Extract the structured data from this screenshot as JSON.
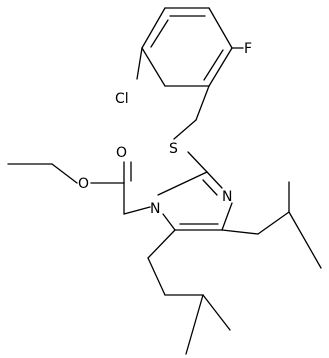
{
  "atom_labels": {
    "chlorine": "Cl",
    "fluorine": "F",
    "sulfur": "S",
    "ester_oxygen": "O",
    "carbonyl_oxygen": "O",
    "ring_nitrogen_imine": "N",
    "ring_nitrogen_substituted": "N"
  }
}
